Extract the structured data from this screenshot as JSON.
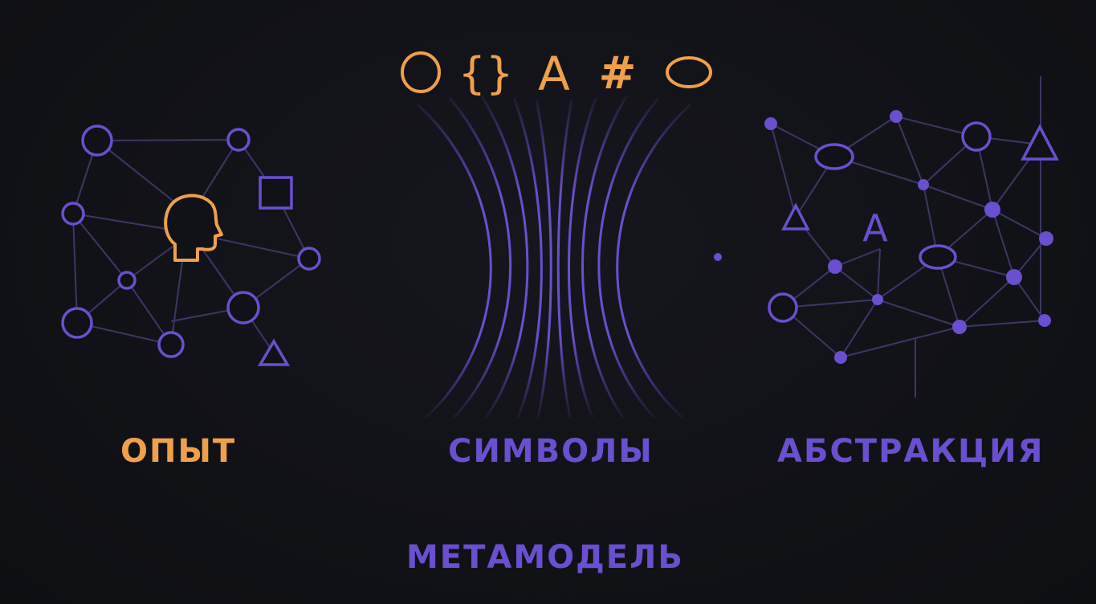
{
  "colors": {
    "background": "#111217",
    "accent_orange": "#f0a04b",
    "accent_purple": "#6a4fd0",
    "edge_purple": "#3f3566"
  },
  "symbols": {
    "circle": "circle-icon",
    "braces": "{}",
    "letter": "A",
    "hash": "#",
    "ellipse": "ellipse-icon"
  },
  "abstraction_letter": "A",
  "labels": {
    "experience": "ОПЫТ",
    "symbols": "СИМВОЛЫ",
    "abstraction": "АБСТРАКЦИЯ",
    "metamodel": "МЕТАМОДЕЛЬ"
  }
}
